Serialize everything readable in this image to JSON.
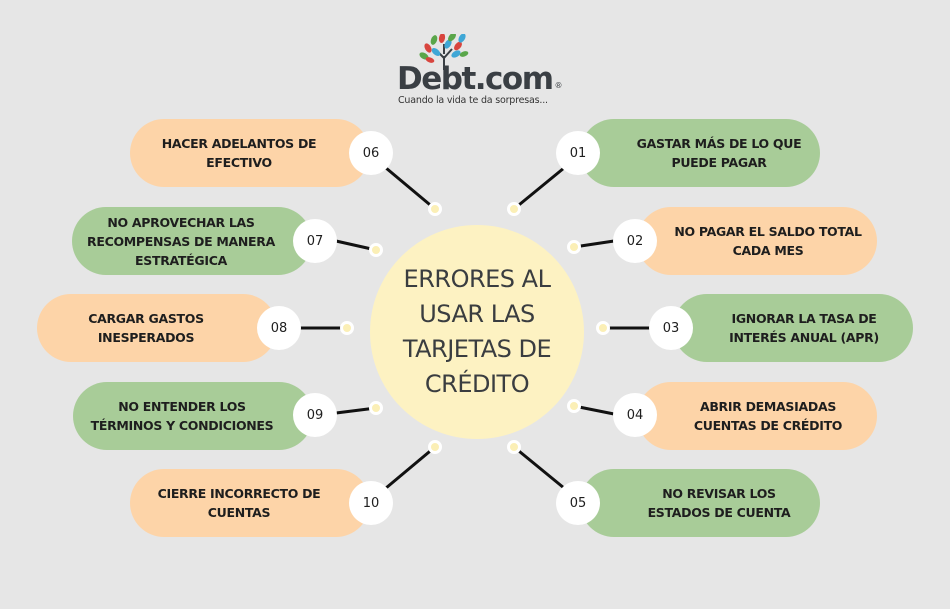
{
  "logo": {
    "brand": "Debt.com",
    "registered": "®",
    "tagline": "Cuando la vida te da sorpresas..."
  },
  "center": {
    "title": "ERRORES AL USAR LAS TARJETAS DE CRÉDITO",
    "lines": [
      "ERRORES AL",
      "USAR LAS",
      "TARJETAS DE",
      "CRÉDITO"
    ]
  },
  "colors": {
    "background": "#e6e6e6",
    "center_fill": "#fdf2c2",
    "orange_pill": "#fdd4a8",
    "green_pill": "#a8cc98",
    "badge": "#ffffff",
    "connector": "#111111",
    "text": "#1e1e1e"
  },
  "items": [
    {
      "number": "01",
      "lines": [
        "GASTAR MÁS DE LO QUE",
        "PUEDE PAGAR"
      ],
      "color": "green",
      "side": "right"
    },
    {
      "number": "02",
      "lines": [
        "NO PAGAR EL SALDO TOTAL",
        "CADA MES"
      ],
      "color": "orange",
      "side": "right"
    },
    {
      "number": "03",
      "lines": [
        "IGNORAR LA TASA DE",
        "INTERÉS ANUAL (APR)"
      ],
      "color": "green",
      "side": "right"
    },
    {
      "number": "04",
      "lines": [
        "ABRIR DEMASIADAS",
        "CUENTAS DE CRÉDITO"
      ],
      "color": "orange",
      "side": "right"
    },
    {
      "number": "05",
      "lines": [
        "NO REVISAR LOS",
        "ESTADOS DE CUENTA"
      ],
      "color": "green",
      "side": "right"
    },
    {
      "number": "06",
      "lines": [
        "HACER ADELANTOS DE",
        "EFECTIVO"
      ],
      "color": "orange",
      "side": "left"
    },
    {
      "number": "07",
      "lines": [
        "NO APROVECHAR LAS",
        "RECOMPENSAS DE MANERA",
        "ESTRATÉGICA"
      ],
      "color": "green",
      "side": "left"
    },
    {
      "number": "08",
      "lines": [
        "CARGAR GASTOS",
        "INESPERADOS"
      ],
      "color": "orange",
      "side": "left"
    },
    {
      "number": "09",
      "lines": [
        "NO ENTENDER LOS",
        "TÉRMINOS Y CONDICIONES"
      ],
      "color": "green",
      "side": "left"
    },
    {
      "number": "10",
      "lines": [
        "CIERRE INCORRECTO DE",
        "CUENTAS"
      ],
      "color": "orange",
      "side": "left"
    }
  ]
}
